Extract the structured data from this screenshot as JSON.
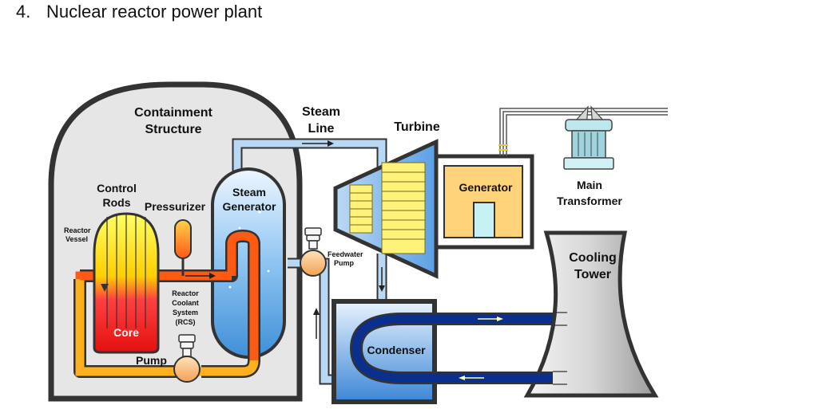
{
  "heading": {
    "number": "4.",
    "text": "Nuclear reactor power plant"
  },
  "labels": {
    "containment_line1": "Containment",
    "containment_line2": "Structure",
    "steam_line1": "Steam",
    "steam_line2": "Line",
    "turbine": "Turbine",
    "generator": "Generator",
    "transformer_line1": "Main",
    "transformer_line2": "Transformer",
    "cooling_line1": "Cooling",
    "cooling_line2": "Tower",
    "control_rods_line1": "Control",
    "control_rods_line2": "Rods",
    "pressurizer": "Pressurizer",
    "steam_gen_line1": "Steam",
    "steam_gen_line2": "Generator",
    "reactor_vessel_line1": "Reactor",
    "reactor_vessel_line2": "Vessel",
    "feedwater_line1": "Feedwater",
    "feedwater_line2": "Pump",
    "rcs_line1": "Reactor",
    "rcs_line2": "Coolant",
    "rcs_line3": "System",
    "rcs_line4": "(RCS)",
    "core": "Core",
    "pump": "Pump",
    "condenser": "Condenser"
  },
  "colors": {
    "hot_pipe": "#ff5a14",
    "warm_pipe": "#ffb020",
    "steam_pipe": "#b8d8f4",
    "cooling_water": "#0a2f8c",
    "containment_fill": "#e6e6e6",
    "outline": "#333333"
  }
}
